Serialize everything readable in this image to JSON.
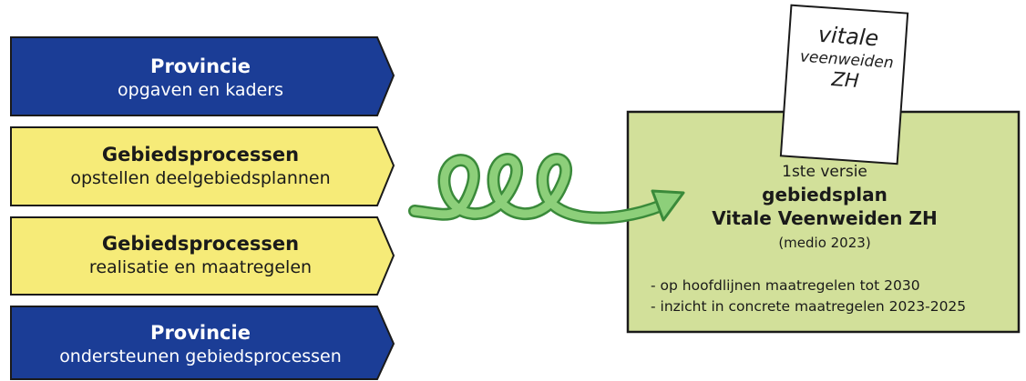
{
  "arrows": [
    {
      "title": "Provincie",
      "subtitle": "opgaven en kaders",
      "color": "#1b3d96"
    },
    {
      "title": "Gebiedsprocessen",
      "subtitle": "opstellen deelgebiedsplannen",
      "color": "#f6eb78"
    },
    {
      "title": "Gebiedsprocessen",
      "subtitle": "realisatie en maatregelen",
      "color": "#f6eb78"
    },
    {
      "title": "Provincie",
      "subtitle": "ondersteunen gebiedsprocessen",
      "color": "#1b3d96"
    }
  ],
  "note": {
    "lines": [
      "vitale",
      "veenweiden",
      "ZH"
    ]
  },
  "result_box": {
    "color": "#d2e09a",
    "version": "1ste versie",
    "heading_line1": "gebiedsplan",
    "heading_line2": "Vitale Veenweiden ZH",
    "date": "(medio 2023)",
    "bullets": [
      "- op hoofdlijnen maatregelen tot 2030",
      "- inzicht in concrete maatregelen 2023-2025"
    ]
  },
  "spiral": {
    "color": "#8dcf7a",
    "outline": "#3a8a3a",
    "icon": "spiral-arrow-icon"
  }
}
